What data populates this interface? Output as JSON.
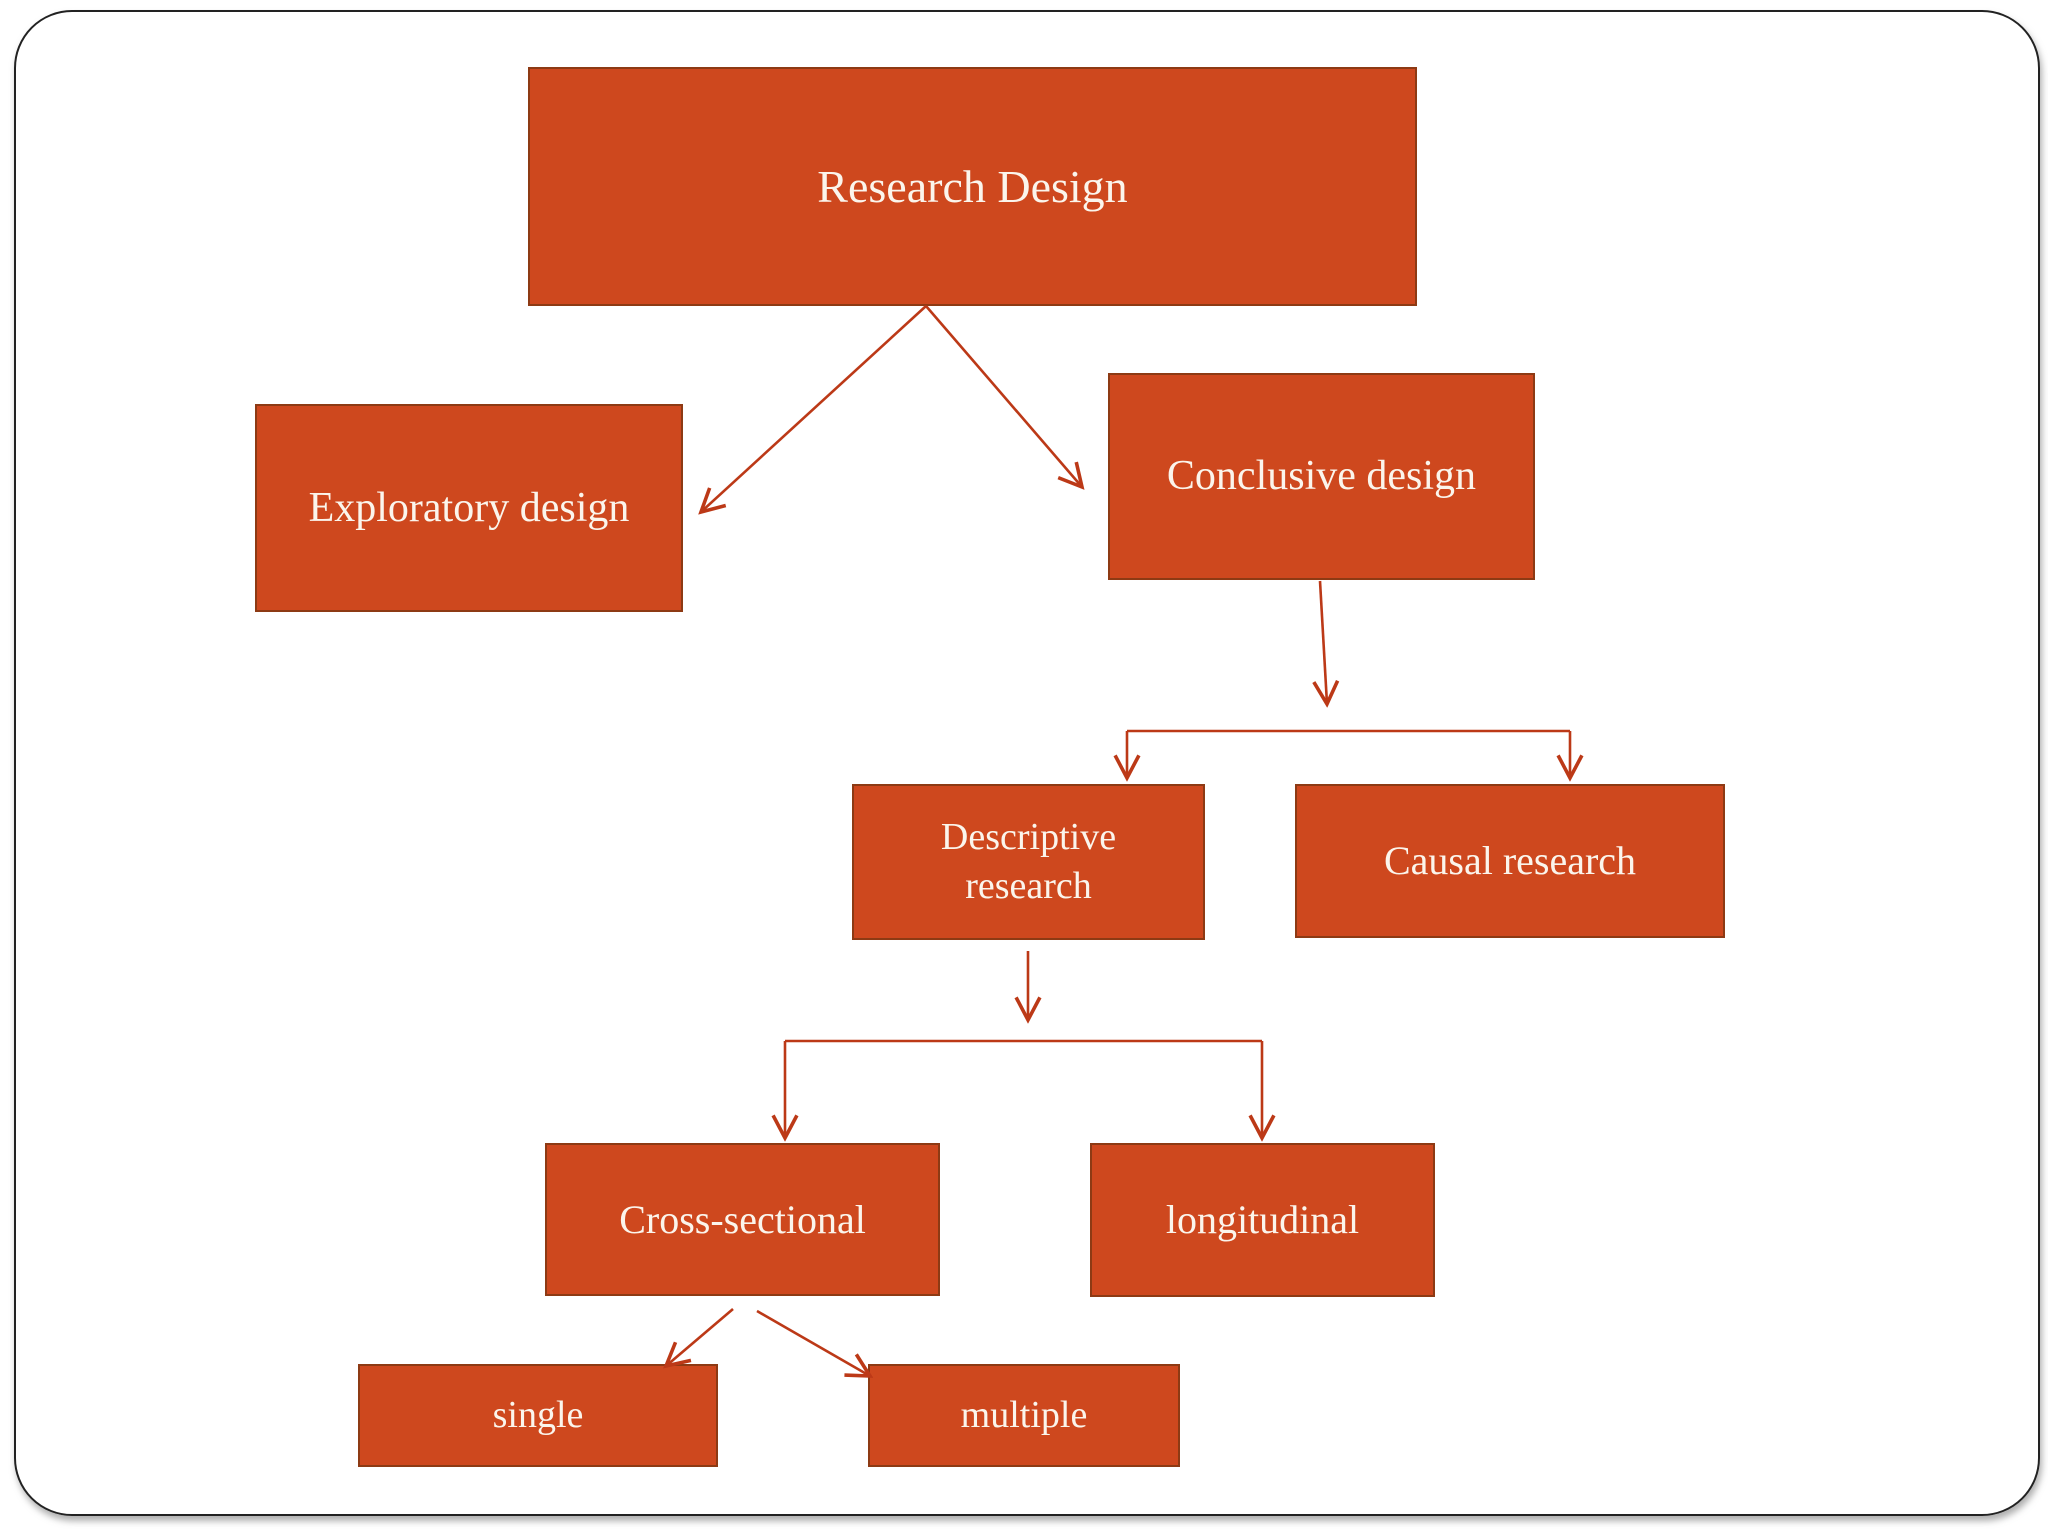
{
  "diagram": {
    "title": "Research Design flowchart",
    "nodes": {
      "root": {
        "label": "Research Design"
      },
      "exploratory": {
        "label": "Exploratory design"
      },
      "conclusive": {
        "label": "Conclusive design"
      },
      "descriptive": {
        "label": "Descriptive research"
      },
      "causal": {
        "label": "Causal research"
      },
      "cross_sectional": {
        "label": "Cross-sectional"
      },
      "longitudinal": {
        "label": "longitudinal"
      },
      "single": {
        "label": "single"
      },
      "multiple": {
        "label": "multiple"
      }
    },
    "edges": [
      {
        "from": "root",
        "to": "exploratory"
      },
      {
        "from": "root",
        "to": "conclusive"
      },
      {
        "from": "conclusive",
        "to": "descriptive"
      },
      {
        "from": "conclusive",
        "to": "causal"
      },
      {
        "from": "descriptive",
        "to": "cross_sectional"
      },
      {
        "from": "descriptive",
        "to": "longitudinal"
      },
      {
        "from": "cross_sectional",
        "to": "single"
      },
      {
        "from": "cross_sectional",
        "to": "multiple"
      }
    ],
    "colors": {
      "box_fill": "#CE481E",
      "box_border": "#8D3A14",
      "box_text": "#FBF5EC",
      "arrow": "#BC3917",
      "frame_border": "#222222",
      "background": "#FFFFFF"
    }
  }
}
